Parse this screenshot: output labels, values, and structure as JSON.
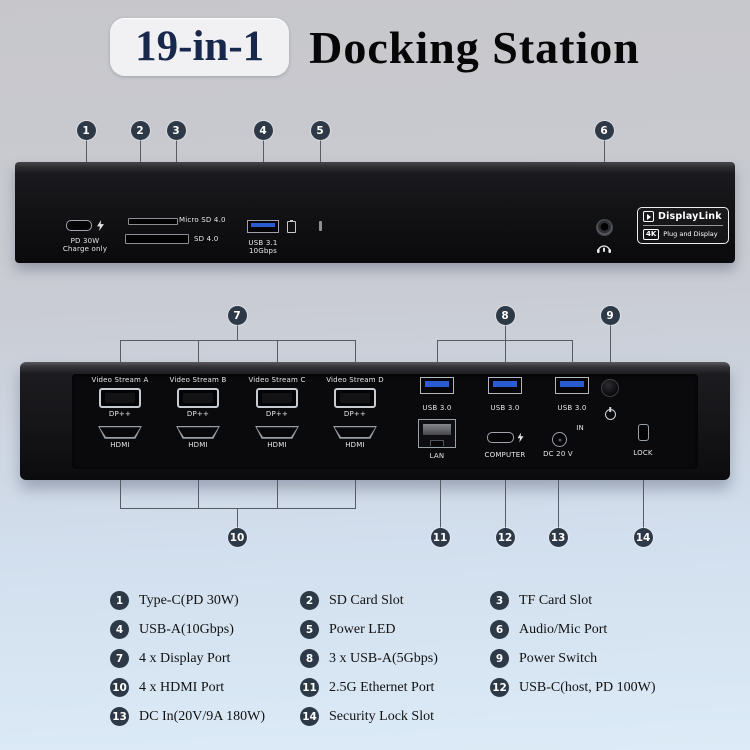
{
  "title": {
    "badge": "19-in-1",
    "main": "Docking Station"
  },
  "callouts": [
    "1",
    "2",
    "3",
    "4",
    "5",
    "6",
    "7",
    "8",
    "9",
    "10",
    "11",
    "12",
    "13",
    "14"
  ],
  "front": {
    "usbc": {
      "line1": "PD 30W",
      "line2": "Charge only"
    },
    "micro_sd": "Micro SD 4.0",
    "sd": "SD 4.0",
    "usba": {
      "line1": "USB 3.1",
      "line2": "10Gbps"
    },
    "audio_icon": "headset-mic",
    "displaylink": {
      "brand": "DisplayLink",
      "badge_4k": "4K",
      "tagline": "Plug and Display"
    }
  },
  "back": {
    "video_streams": [
      {
        "name": "Video Stream A",
        "dp": "DP++",
        "hdmi": "HDMI"
      },
      {
        "name": "Video Stream B",
        "dp": "DP++",
        "hdmi": "HDMI"
      },
      {
        "name": "Video Stream C",
        "dp": "DP++",
        "hdmi": "HDMI"
      },
      {
        "name": "Video Stream D",
        "dp": "DP++",
        "hdmi": "HDMI"
      }
    ],
    "usb_ports": [
      "USB 3.0",
      "USB 3.0",
      "USB 3.0"
    ],
    "lan": "LAN",
    "computer": "COMPUTER",
    "dc": {
      "label": "DC 20 V",
      "in": "IN"
    },
    "lock": "LOCK"
  },
  "legend": [
    {
      "num": "1",
      "label": "Type-C(PD 30W)"
    },
    {
      "num": "2",
      "label": "SD Card Slot"
    },
    {
      "num": "3",
      "label": "TF Card Slot"
    },
    {
      "num": "4",
      "label": "USB-A(10Gbps)"
    },
    {
      "num": "5",
      "label": "Power LED"
    },
    {
      "num": "6",
      "label": "Audio/Mic Port"
    },
    {
      "num": "7",
      "label": "4 x Display Port"
    },
    {
      "num": "8",
      "label": "3 x USB-A(5Gbps)"
    },
    {
      "num": "9",
      "label": "Power Switch"
    },
    {
      "num": "10",
      "label": "4 x HDMI Port"
    },
    {
      "num": "11",
      "label": "2.5G Ethernet Port"
    },
    {
      "num": "12",
      "label": "USB-C(host, PD 100W)"
    },
    {
      "num": "13",
      "label": "DC In(20V/9A 180W)"
    },
    {
      "num": "14",
      "label": "Security Lock Slot"
    }
  ],
  "colors": {
    "callout_bg": "#2e3947",
    "usb3_blue": "#2a5bd0",
    "background_top": "#c7c7cb",
    "background_bottom": "#dcebf7"
  }
}
